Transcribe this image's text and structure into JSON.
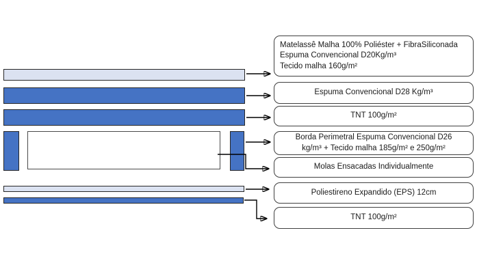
{
  "colors": {
    "foam_blue": "#4573C4",
    "quilt_light": "#DBE2F1",
    "bar_border": "#262626",
    "box_border": "#3F3F3F",
    "arrow": "#000000",
    "text": "#1A1A1A",
    "background": "#FFFFFF"
  },
  "labels": [
    {
      "lines": [
        "Matelassê Malha 100% Poliéster + FibraSiliconada",
        "Espuma Convencional D20Kg/m³",
        "Tecido malha 160g/m²"
      ]
    },
    {
      "text": "Espuma Convencional D28 Kg/m³"
    },
    {
      "text": "TNT 100g/m²"
    },
    {
      "lines": [
        "Borda Perimetral Espuma Convencional D26",
        "kg/m³ + Tecido malha 185g/m² e 250g/m²"
      ]
    },
    {
      "text": "Molas Ensacadas Individualmente"
    },
    {
      "text": "Poliestireno Expandido (EPS) 12cm"
    },
    {
      "text": "TNT 100g/m²"
    }
  ]
}
